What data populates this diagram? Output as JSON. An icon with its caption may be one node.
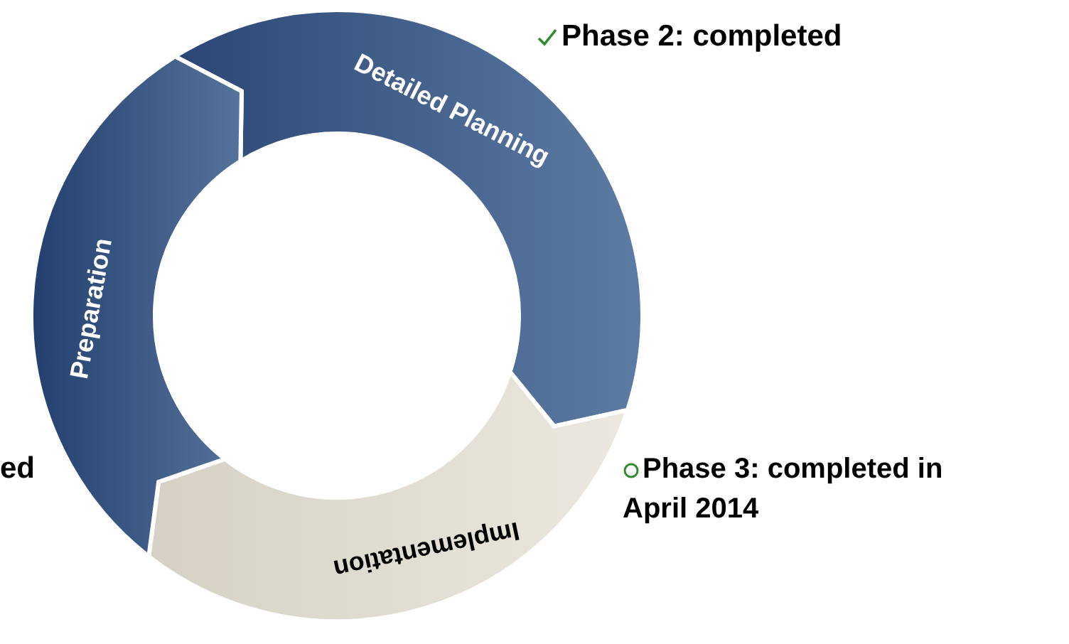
{
  "diagram": {
    "nodes": [
      {
        "text": [
          "Detailed Planning"
        ]
      },
      {
        "text": [
          "Implementation"
        ]
      },
      {
        "text": [
          "Preparation"
        ]
      }
    ],
    "edges": [],
    "labels": [
      "Phase 2: completed",
      "Phase 3: completed in April 2014",
      "ed"
    ]
  }
}
